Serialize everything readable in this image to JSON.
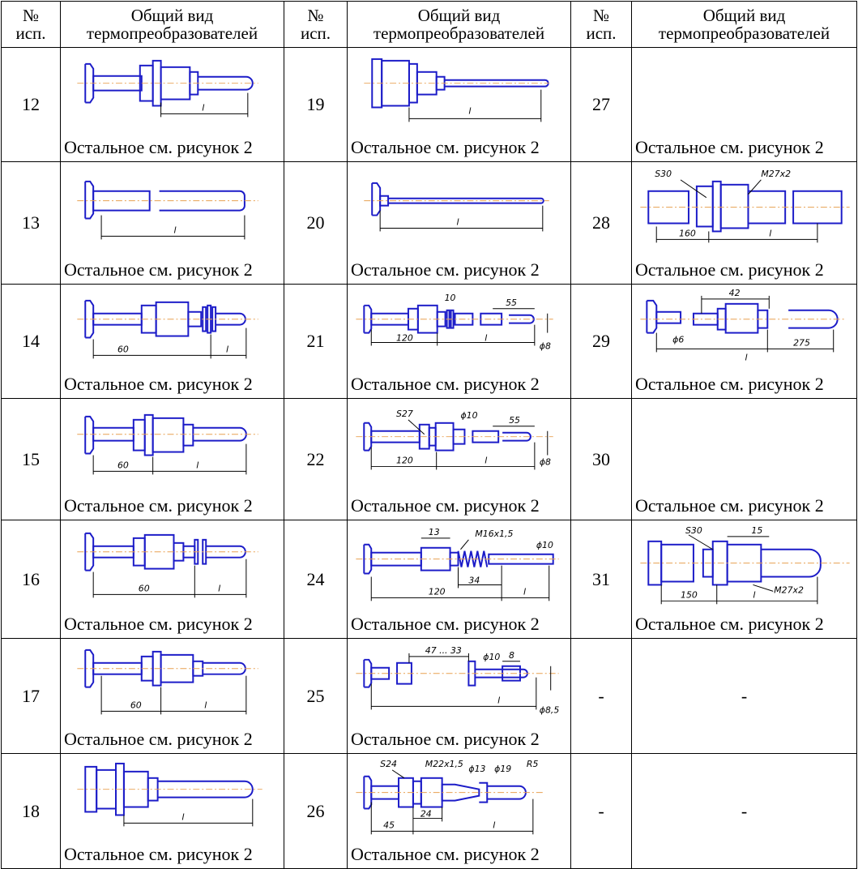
{
  "header": {
    "num_label": "№\nисп.",
    "view_label": "Общий вид\nтермопреобразователей"
  },
  "caption": "Остальное см. рисунок 2",
  "rows": [
    [
      {
        "num": "12",
        "cap": "Остальное см. рисунок 2"
      },
      {
        "num": "19",
        "cap": "Остальное см. рисунок 2"
      },
      {
        "num": "27",
        "cap": "Остальное см. рисунок 2"
      }
    ],
    [
      {
        "num": "13",
        "cap": "Остальное см. рисунок 2"
      },
      {
        "num": "20",
        "cap": "Остальное см. рисунок 2"
      },
      {
        "num": "28",
        "cap": "Остальное см. рисунок 2"
      }
    ],
    [
      {
        "num": "14",
        "cap": "Остальное см. рисунок 2"
      },
      {
        "num": "21",
        "cap": "Остальное см. рисунок 2"
      },
      {
        "num": "29",
        "cap": "Остальное см. рисунок 2"
      }
    ],
    [
      {
        "num": "15",
        "cap": "Остальное см. рисунок 2"
      },
      {
        "num": "22",
        "cap": "Остальное см. рисунок 2"
      },
      {
        "num": "30",
        "cap": "Остальное см. рисунок 2"
      }
    ],
    [
      {
        "num": "16",
        "cap": "Остальное см. рисунок 2"
      },
      {
        "num": "24",
        "cap": "Остальное см. рисунок 2"
      },
      {
        "num": "31",
        "cap": "Остальное см. рисунок 2"
      }
    ],
    [
      {
        "num": "17",
        "cap": "Остальное см. рисунок 2"
      },
      {
        "num": "25",
        "cap": "Остальное см. рисунок 2"
      },
      {
        "num": "-",
        "cap": "-"
      }
    ],
    [
      {
        "num": "18",
        "cap": "Остальное см. рисунок 2"
      },
      {
        "num": "26",
        "cap": "Остальное см. рисунок 2"
      },
      {
        "num": "-",
        "cap": "-"
      }
    ]
  ],
  "dims": {
    "l": "l",
    "d60": "60",
    "d120": "120",
    "d10": "10",
    "d55": "55",
    "d8": "ϕ8",
    "s27": "S27",
    "phi10": "ϕ10",
    "d13": "13",
    "m16": "M16x1,5",
    "d34": "34",
    "d47": "47 ... 33",
    "d8b": "8",
    "phi85": "ϕ8,5",
    "s24": "S24",
    "m22": "M22x1,5",
    "phi13": "ϕ13",
    "phi19": "ϕ19",
    "r5": "R5",
    "d45": "45",
    "d24": "24",
    "s30": "S30",
    "m27": "M27x2",
    "d160": "160",
    "d42": "42",
    "phi6": "ϕ6",
    "d275": "275",
    "d15": "15",
    "d150": "150"
  }
}
